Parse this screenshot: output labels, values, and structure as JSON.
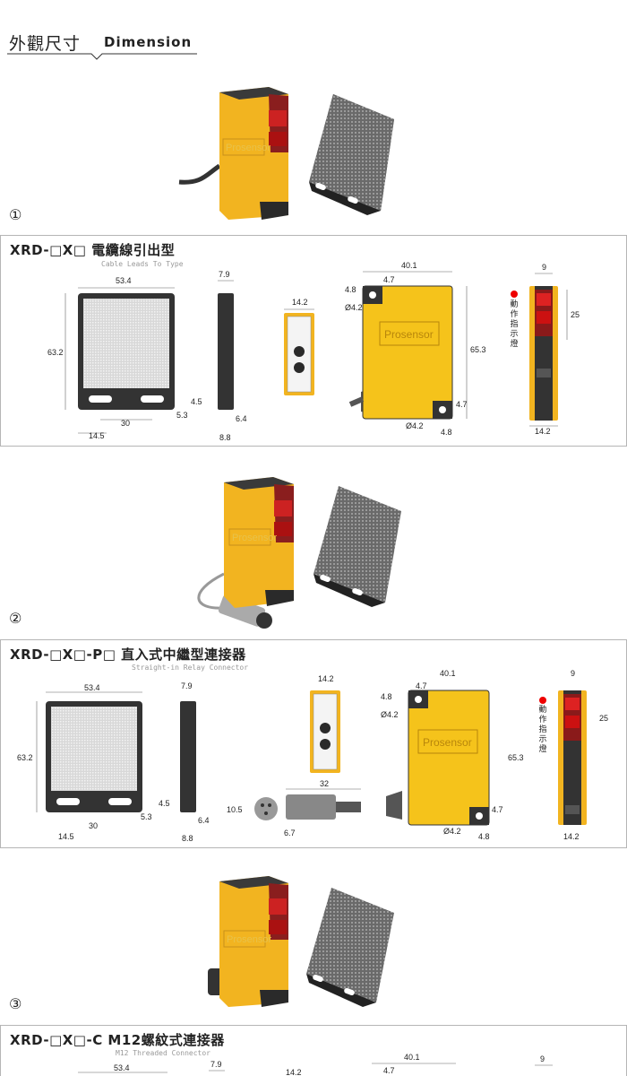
{
  "header": {
    "title_zh": "外觀尺寸",
    "title_en": "Dimension"
  },
  "photos": [
    {
      "num": "①"
    },
    {
      "num": "②"
    },
    {
      "num": "③"
    }
  ],
  "brand": "Prosensor",
  "panels": [
    {
      "title": "XRD-□X□ 電纜線引出型",
      "subtitle": "Cable Leads To Type",
      "dims": {
        "refl_w": "53.4",
        "refl_h": "63.2",
        "refl_slot": "4.5",
        "refl_slot_off": "5.3",
        "refl_hole": "30",
        "refl_edge": "14.5",
        "side_w": "7.9",
        "side_slot": "6.4",
        "side_depth": "8.8",
        "top_w": "14.2",
        "body_w": "40.1",
        "hole_off": "4.8",
        "hole_edge": "4.7",
        "hole_d_top": "Ø4.2",
        "body_h": "65.3",
        "hole_edge2": "4.7",
        "hole_d_bot": "Ø4.2",
        "hole_off2": "4.8",
        "front_w": "9",
        "led_h": "25",
        "front_depth": "14.2"
      },
      "indicator": "動作指示燈"
    },
    {
      "title": "XRD-□X□-P□ 直入式中繼型連接器",
      "subtitle": "Straight-in Relay Connector",
      "dims": {
        "refl_w": "53.4",
        "refl_h": "63.2",
        "refl_slot": "4.5",
        "refl_slot_off": "5.3",
        "refl_hole": "30",
        "refl_edge": "14.5",
        "side_w": "7.9",
        "side_slot": "6.4",
        "side_depth": "8.8",
        "top_w": "14.2",
        "conn_d": "10.5",
        "conn_len": "32",
        "conn_tip": "6.7",
        "body_w": "40.1",
        "hole_off": "4.8",
        "hole_edge": "4.7",
        "hole_d_top": "Ø4.2",
        "body_h": "65.3",
        "hole_edge2": "4.7",
        "hole_d_bot": "Ø4.2",
        "hole_off2": "4.8",
        "front_w": "9",
        "led_h": "25",
        "front_depth": "14.2"
      },
      "indicator": "動作指示燈"
    },
    {
      "title": "XRD-□X□-C M12螺紋式連接器",
      "subtitle": "M12 Threaded Connector",
      "dims": {
        "refl_w": "53.4",
        "side_w": "7.9",
        "top_w": "14.2",
        "body_w": "40.1",
        "hole_edge": "4.7",
        "front_w": "9"
      }
    }
  ]
}
